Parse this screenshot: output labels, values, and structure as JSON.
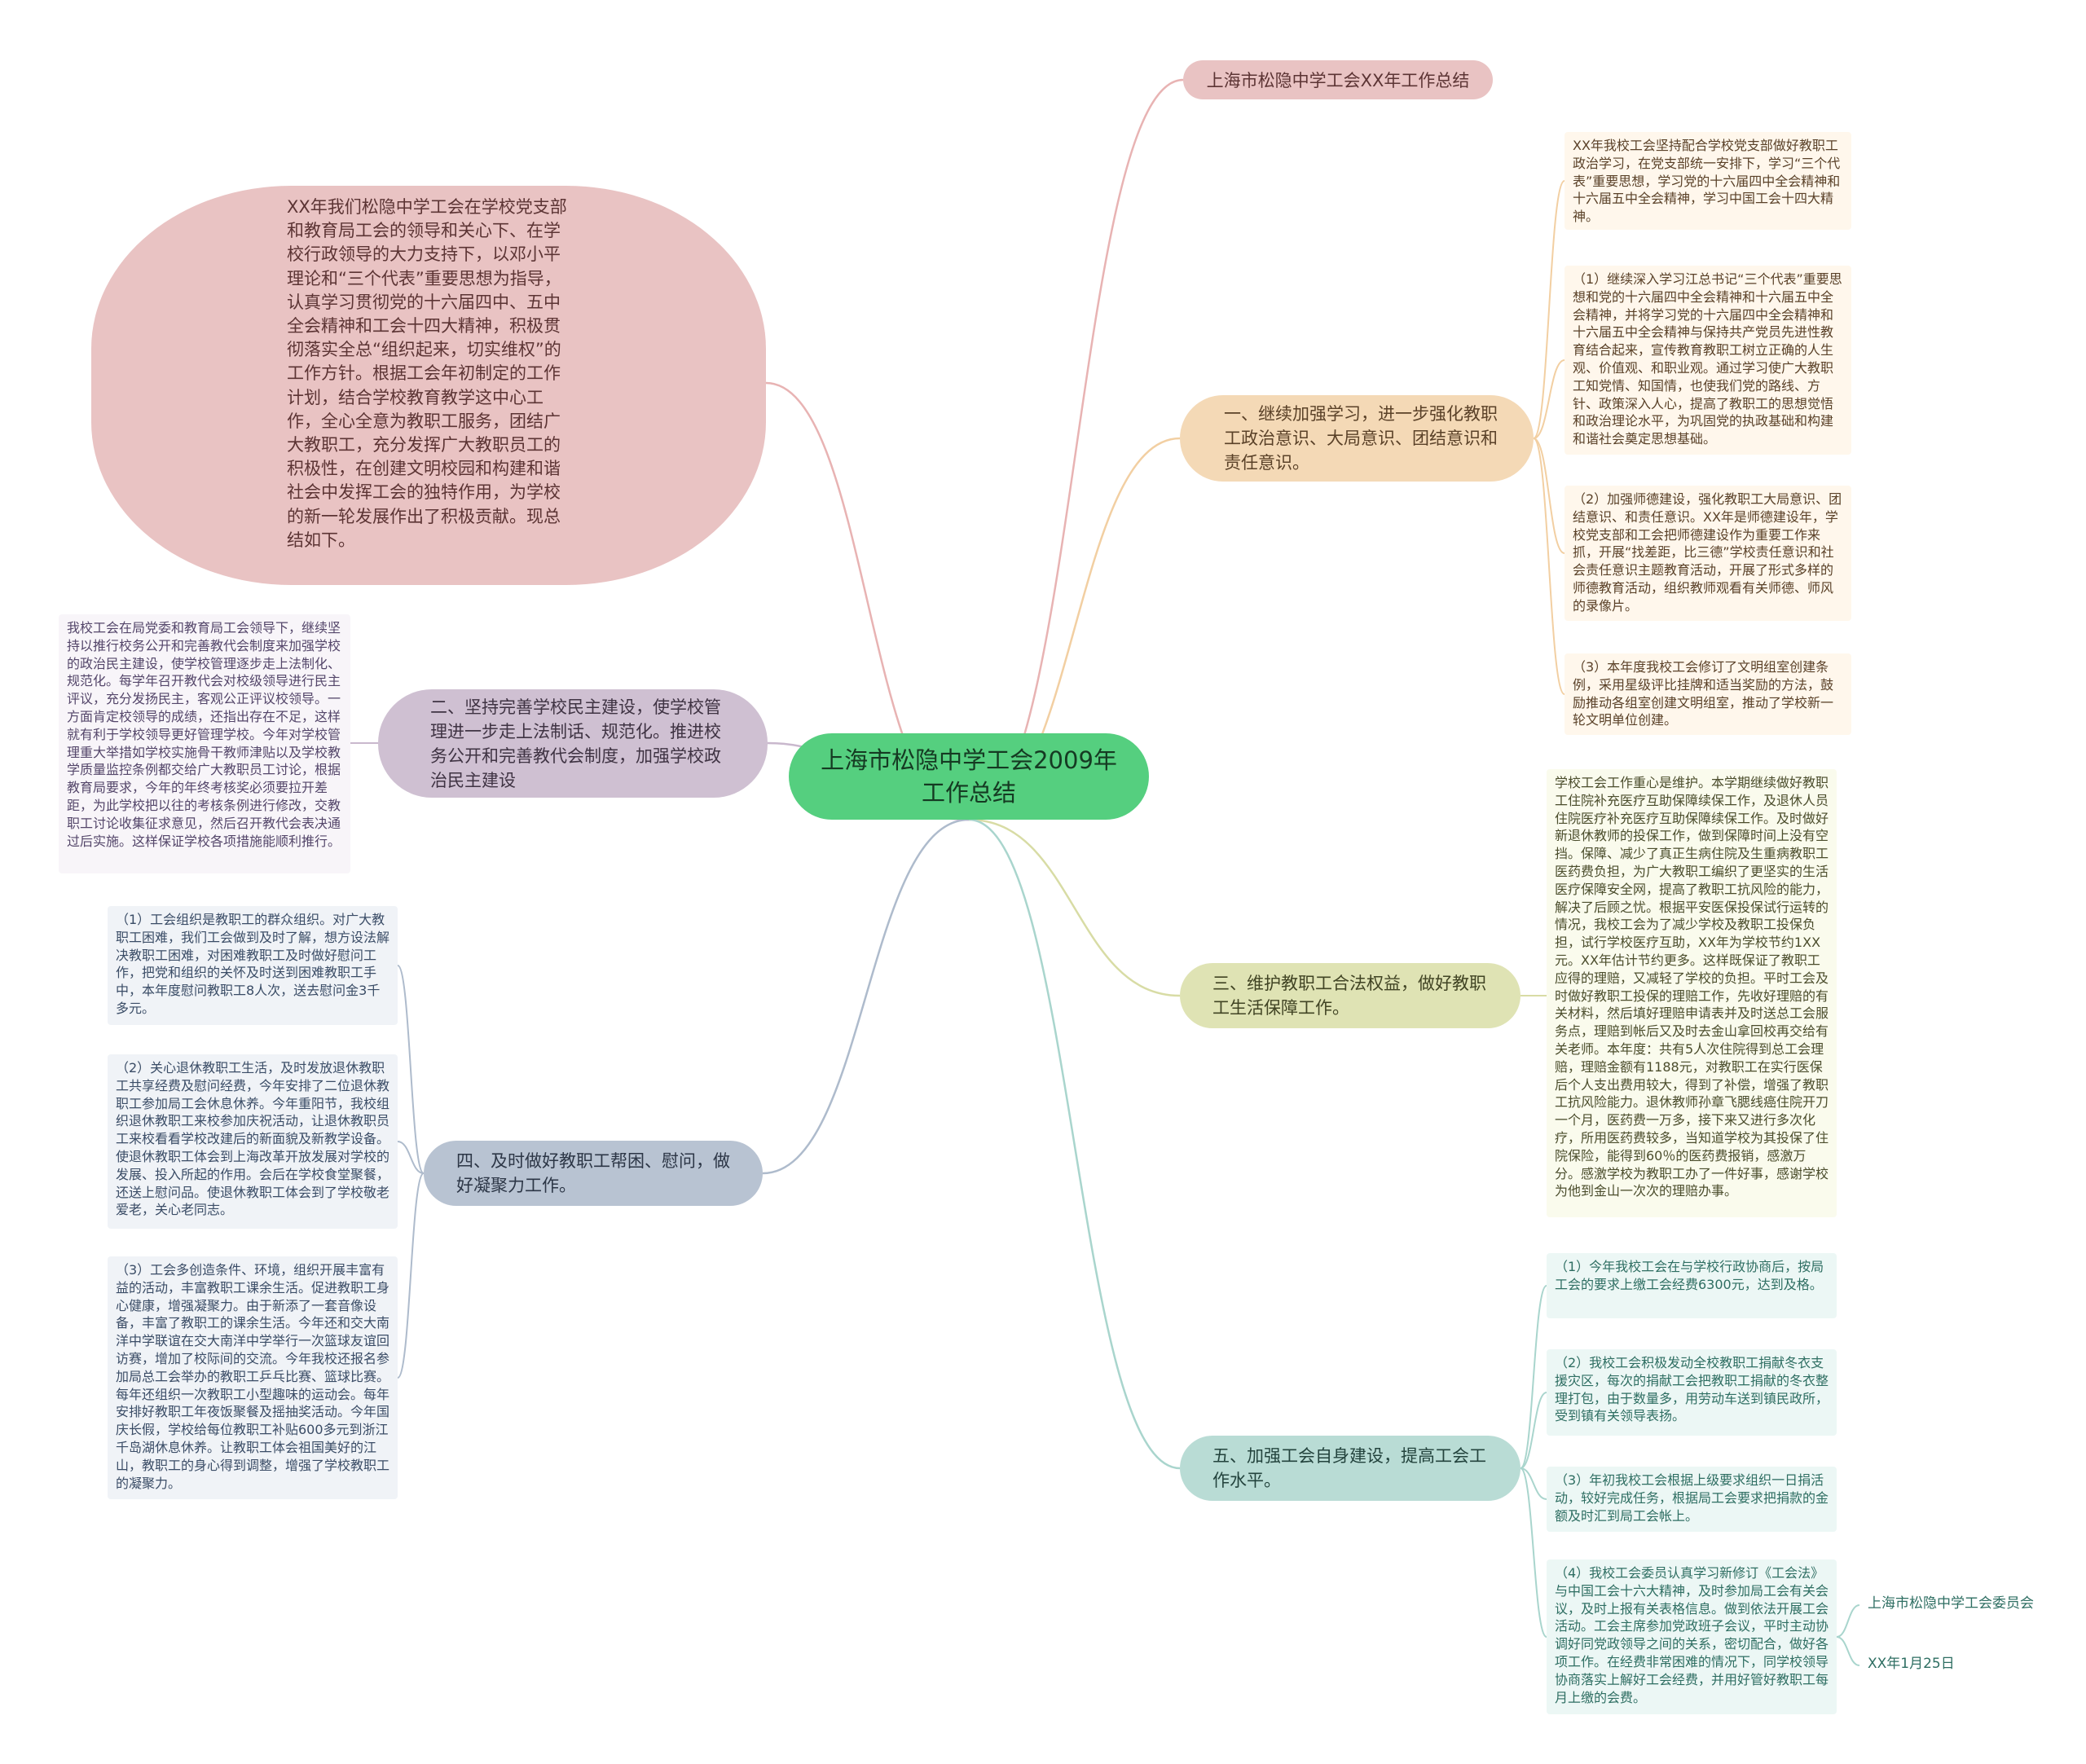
{
  "root": {
    "label": "上海市松隐中学工会2009年工作总结"
  },
  "title_node": {
    "label": "上海市松隐中学工会XX年工作总结"
  },
  "intro": {
    "text": "XX年我们松隐中学工会在学校党支部和教育局工会的领导和关心下、在学校行政领导的大力支持下，以邓小平理论和“三个代表”重要思想为指导，认真学习贯彻党的十六届四中、五中全会精神和工会十四大精神，积极贯彻落实全总“组织起来，切实维权”的工作方针。根据工会年初制定的工作计划，结合学校教育教学这中心工作，全心全意为教职工服务，团结广大教职工，充分发挥广大教职员工的积极性，在创建文明校园和构建和谐社会中发挥工会的独特作用，为学校的新一轮发展作出了积极贡献。现总结如下。"
  },
  "branch1": {
    "label": "一、继续加强学习，进一步强化教职工政治意识、大局意识、团结意识和责任意识。",
    "leaves": [
      "XX年我校工会坚持配合学校党支部做好教职工政治学习，在党支部统一安排下，学习“三个代表”重要思想，学习党的十六届四中全会精神和十六届五中全会精神，学习中国工会十四大精神。",
      "（1）继续深入学习江总书记“三个代表”重要思想和党的十六届四中全会精神和十六届五中全会精神，并将学习党的十六届四中全会精神和十六届五中全会精神与保持共产党员先进性教育结合起来，宣传教育教职工树立正确的人生观、价值观、和职业观。通过学习使广大教职工知党情、知国情，也使我们党的路线、方针、政策深入人心，提高了教职工的思想觉悟和政治理论水平，为巩固党的执政基础和构建和谐社会奠定思想基础。",
      "（2）加强师德建设，强化教职工大局意识、团结意识、和责任意识。XX年是师德建设年，学校党支部和工会把师德建设作为重要工作来抓，开展“找差距，比三德”学校责任意识和社会责任意识主题教育活动，开展了形式多样的师德教育活动，组织教师观看有关师德、师风的录像片。",
      "（3）本年度我校工会修订了文明组室创建条例，采用星级评比挂牌和适当奖励的方法，鼓励推动各组室创建文明组室，推动了学校新一轮文明单位创建。"
    ]
  },
  "branch2": {
    "label": "二、坚持完善学校民主建设，使学校管理进一步走上法制话、规范化。推进校务公开和完善教代会制度，加强学校政治民主建设",
    "leaf": "我校工会在局党委和教育局工会领导下，继续坚持以推行校务公开和完善教代会制度来加强学校的政治民主建设，使学校管理逐步走上法制化、规范化。每学年召开教代会对校级领导进行民主评议，充分发扬民主，客观公正评议校领导。一方面肯定校领导的成绩，还指出存在不足，这样就有利于学校领导更好管理学校。今年对学校管理重大举措如学校实施骨干教师津贴以及学校教学质量监控条例都交给广大教职员工讨论，根据教育局要求，今年的年终考核奖必须要拉开差距，为此学校把以往的考核条例进行修改，交教职工讨论收集征求意见，然后召开教代会表决通过后实施。这样保证学校各项措施能顺利推行。"
  },
  "branch3": {
    "label": "三、维护教职工合法权益，做好教职工生活保障工作。",
    "leaf": "学校工会工作重心是维护。本学期继续做好教职工住院补充医疗互助保障续保工作，及退休人员住院医疗补充医疗互助保障续保工作。及时做好新退休教师的投保工作，做到保障时间上没有空挡。保障、减少了真正生病住院及生重病教职工医药费负担，为广大教职工编织了更坚实的生活医疗保障安全网，提高了教职工抗风险的能力，解决了后顾之忧。根据平安医保投保试行运转的情况，我校工会为了减少学校及教职工投保负担，试行学校医疗互助，XX年为学校节约1XX元。XX年估计节约更多。这样既保证了教职工应得的理赔，又减轻了学校的负担。平时工会及时做好教职工投保的理赔工作，先收好理赔的有关材料，然后填好理赔申请表并及时送总工会服务点，理赔到帐后又及时去金山拿回校再交给有关老师。本年度：共有5人次住院得到总工会理赔，理赔金额有1188元，对教职工在实行医保后个人支出费用较大，得到了补偿，增强了教职工抗风险能力。退休教师孙章飞腮线癌住院开刀一个月，医药费一万多，接下来又进行多次化疗，所用医药费较多，当知道学校为其投保了住院保险，能得到60％的医药费报销，感激万分。感激学校为教职工办了一件好事，感谢学校为他到金山一次次的理赔办事。"
  },
  "branch4": {
    "label": "四、及时做好教职工帮困、慰问，做好凝聚力工作。",
    "leaves": [
      "（1）工会组织是教职工的群众组织。对广大教职工困难，我们工会做到及时了解，想方设法解决教职工困难，对困难教职工及时做好慰问工作，把党和组织的关怀及时送到困难教职工手中，本年度慰问教职工8人次，送去慰问金3千多元。",
      "（2）关心退休教职工生活，及时发放退休教职工共享经费及慰问经费，今年安排了二位退休教职工参加局工会休息休养。今年重阳节，我校组织退休教职工来校参加庆祝活动，让退休教职员工来校看看学校改建后的新面貌及新教学设备。使退休教职工体会到上海改革开放发展对学校的发展、投入所起的作用。会后在学校食堂聚餐，还送上慰问品。使退休教职工体会到了学校敬老爱老，关心老同志。",
      "（3）工会多创造条件、环境，组织开展丰富有益的活动，丰富教职工课余生活。促进教职工身心健康，增强凝聚力。由于新添了一套音像设备，丰富了教职工的课余生活。今年还和交大南洋中学联谊在交大南洋中学举行一次篮球友谊回访赛，增加了校际间的交流。今年我校还报名参加局总工会举办的教职工乒乓比赛、篮球比赛。每年还组织一次教职工小型趣味的运动会。每年安排好教职工年夜饭聚餐及摇抽奖活动。今年国庆长假，学校给每位教职工补贴600多元到浙江千岛湖休息休养。让教职工体会祖国美好的江山，教职工的身心得到调整，增强了学校教职工的凝聚力。"
    ]
  },
  "branch5": {
    "label": "五、加强工会自身建设，提高工会工作水平。",
    "leaves": [
      "（1）今年我校工会在与学校行政协商后，按局工会的要求上缴工会经费6300元，达到及格。",
      "（2）我校工会积极发动全校教职工捐献冬衣支援灾区，每次的捐献工会把教职工捐献的冬衣整理打包，由于数量多，用劳动车送到镇民政所，受到镇有关领导表扬。",
      "（3）年初我校工会根据上级要求组织一日捐活动，较好完成任务，根据局工会要求把捐款的金额及时汇到局工会帐上。",
      "（4）我校工会委员认真学习新修订《工会法》与中国工会十六大精神，及时参加局工会有关会议，及时上报有关表格信息。做到依法开展工会活动。工会主席参加党政班子会议，平时主动协调好同党政领导之间的关系，密切配合，做好各项工作。在经费非常困难的情况下，同学校领导协商落实上解好工会经费，并用好管好教职工每月上缴的会费。"
    ],
    "sub": [
      "上海市松隐中学工会委员会",
      "XX年1月25日"
    ]
  },
  "colors": {
    "root": "#55cf7f",
    "title_link": "#e8b3b3",
    "b1_link": "#f2cfa2",
    "b2_link": "#c9b8cd",
    "b3_link": "#d8dca5",
    "b4_link": "#aebbcc",
    "b5_link": "#a9d5cd"
  }
}
